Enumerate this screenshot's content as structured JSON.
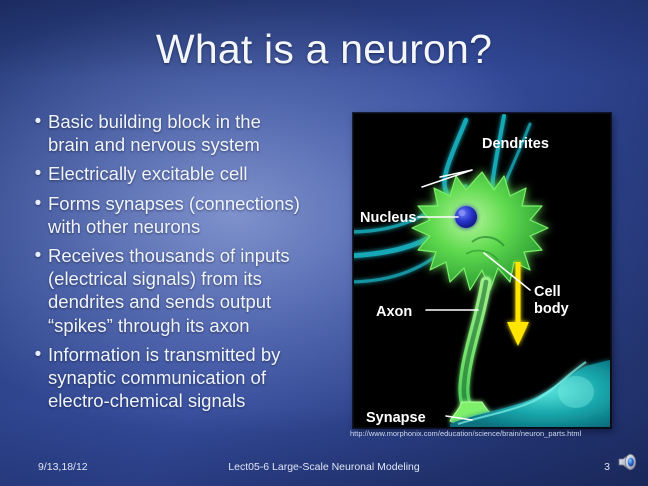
{
  "slide": {
    "title": "What is a neuron?",
    "background_top_color": "#24398c",
    "background_light_color": "#8396d0",
    "background_dark_color": "#1e2e64",
    "text_color": "#f0f4fb"
  },
  "bullets": [
    {
      "marker": "•",
      "text": "Basic building block in the\nbrain and nervous system"
    },
    {
      "marker": "•",
      "text": "Electrically excitable cell"
    },
    {
      "marker": "•",
      "text": "Forms synapses (connections)\nwith other neurons"
    },
    {
      "marker": "•",
      "text": "Receives thousands of inputs\n(electrical signals) from its\ndendrites and sends output\n“spikes” through its axon"
    },
    {
      "marker": "•",
      "text": "Information is transmitted by\nsynaptic communication of\nelectro-chemical signals"
    }
  ],
  "picture": {
    "alt": "Diagram of a neuron showing nucleus, dendrites, cell body, axon and synapse",
    "background_color": "#000000",
    "soma_color": "#55d14a",
    "dendrite_color": "#19b5bd",
    "nucleus_color": "#2033c8",
    "arrow_color": "#ffe500",
    "label_color": "#ffffff",
    "labels": [
      {
        "name": "dendrites",
        "text": "Dendrites"
      },
      {
        "name": "nucleus",
        "text": "Nucleus"
      },
      {
        "name": "cell-body",
        "text": "Cell\nbody"
      },
      {
        "name": "axon",
        "text": "Axon"
      },
      {
        "name": "synapse",
        "text": "Synapse"
      }
    ],
    "caption": "http://www.morphonix.com/education/science/brain/neuron_parts.html"
  },
  "footer": {
    "date": "9/13,18/12",
    "center": "Lect05-6 Large-Scale Neuronal Modeling",
    "page_number": "3",
    "sound_icon": "speaker-icon"
  }
}
